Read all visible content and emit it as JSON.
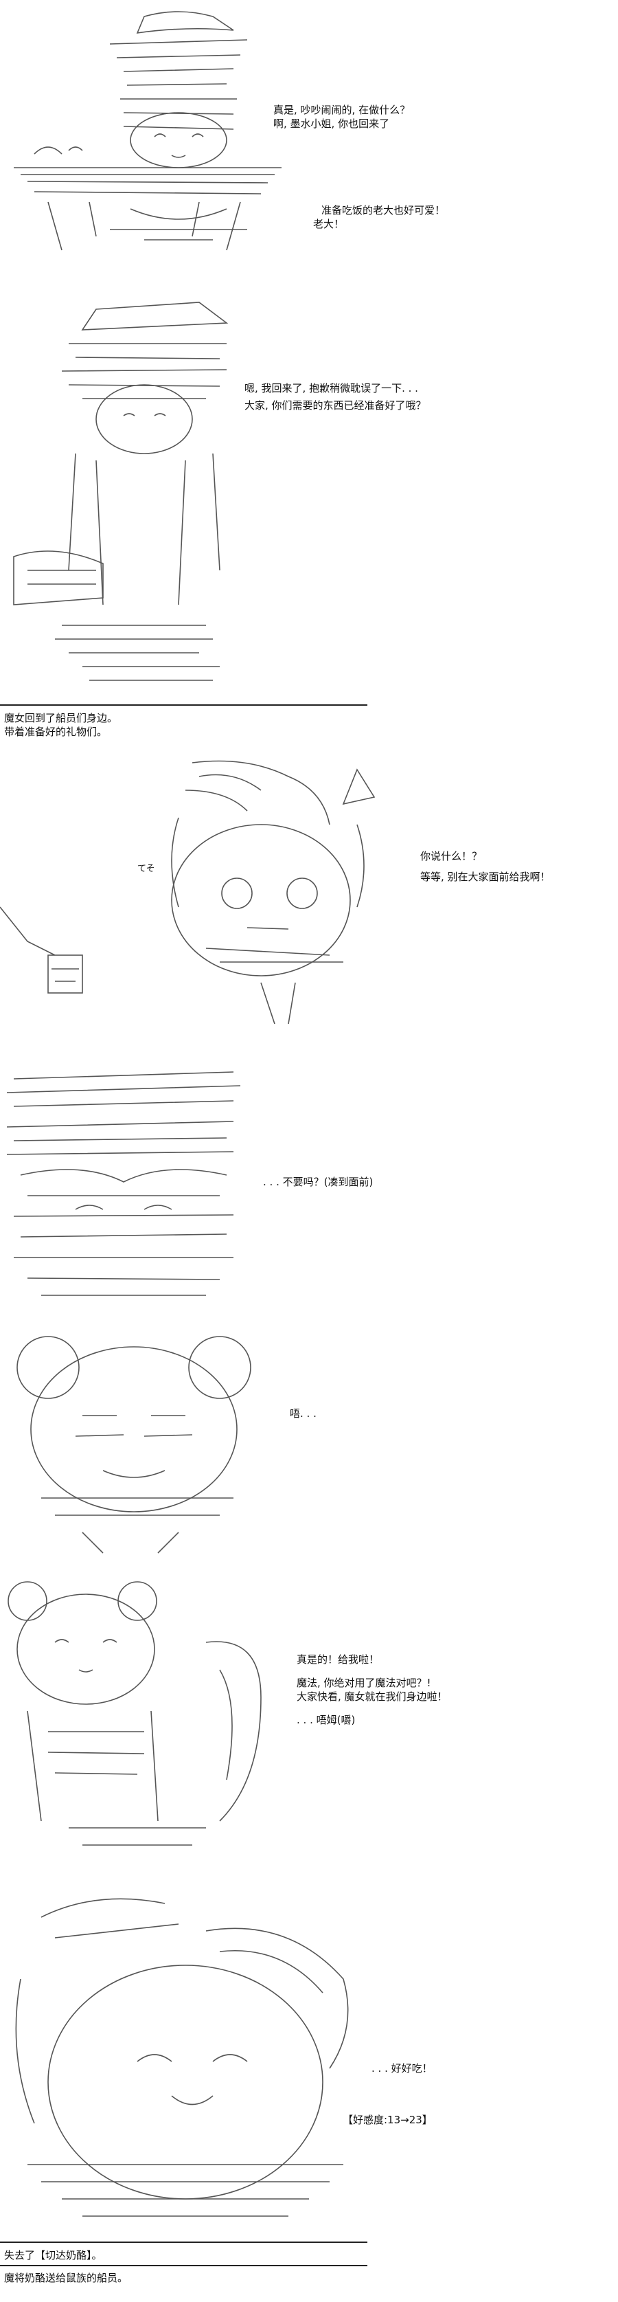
{
  "panel1": {
    "line1": "真是, 吵吵闹闹的, 在做什么？",
    "line2": "啊, 墨水小姐, 你也回来了",
    "line3": "准备吃饭的老大也好可爱！",
    "line4": "老大！"
  },
  "panel2": {
    "line1": "嗯, 我回来了, 抱歉稍微耽误了一下. . .",
    "line2": "大家, 你们需要的东西已经准备好了哦？"
  },
  "narration1": {
    "line1": "魔女回到了船员们身边。",
    "line2": "带着准备好的礼物们。"
  },
  "panel3": {
    "line1": "你说什么！？",
    "line2": "等等, 别在大家面前给我啊！",
    "sfx": "てそ"
  },
  "panel4": {
    "line1": ". . . 不要吗？(凑到面前)"
  },
  "panel5": {
    "line1": "唔. . ."
  },
  "panel6": {
    "line1": "真是的！给我啦！",
    "line2": "魔法, 你绝对用了魔法对吧？!",
    "line3": "大家快看, 魔女就在我们身边啦！",
    "line4": ". . . 唔姆(嚼)"
  },
  "panel7": {
    "line1": ". . . 好好吃！",
    "line2": "【好感度:13→23】"
  },
  "narration2": {
    "line1": "失去了【切达奶酪】。",
    "line2": "魔将奶酪送给鼠族的船员。"
  }
}
